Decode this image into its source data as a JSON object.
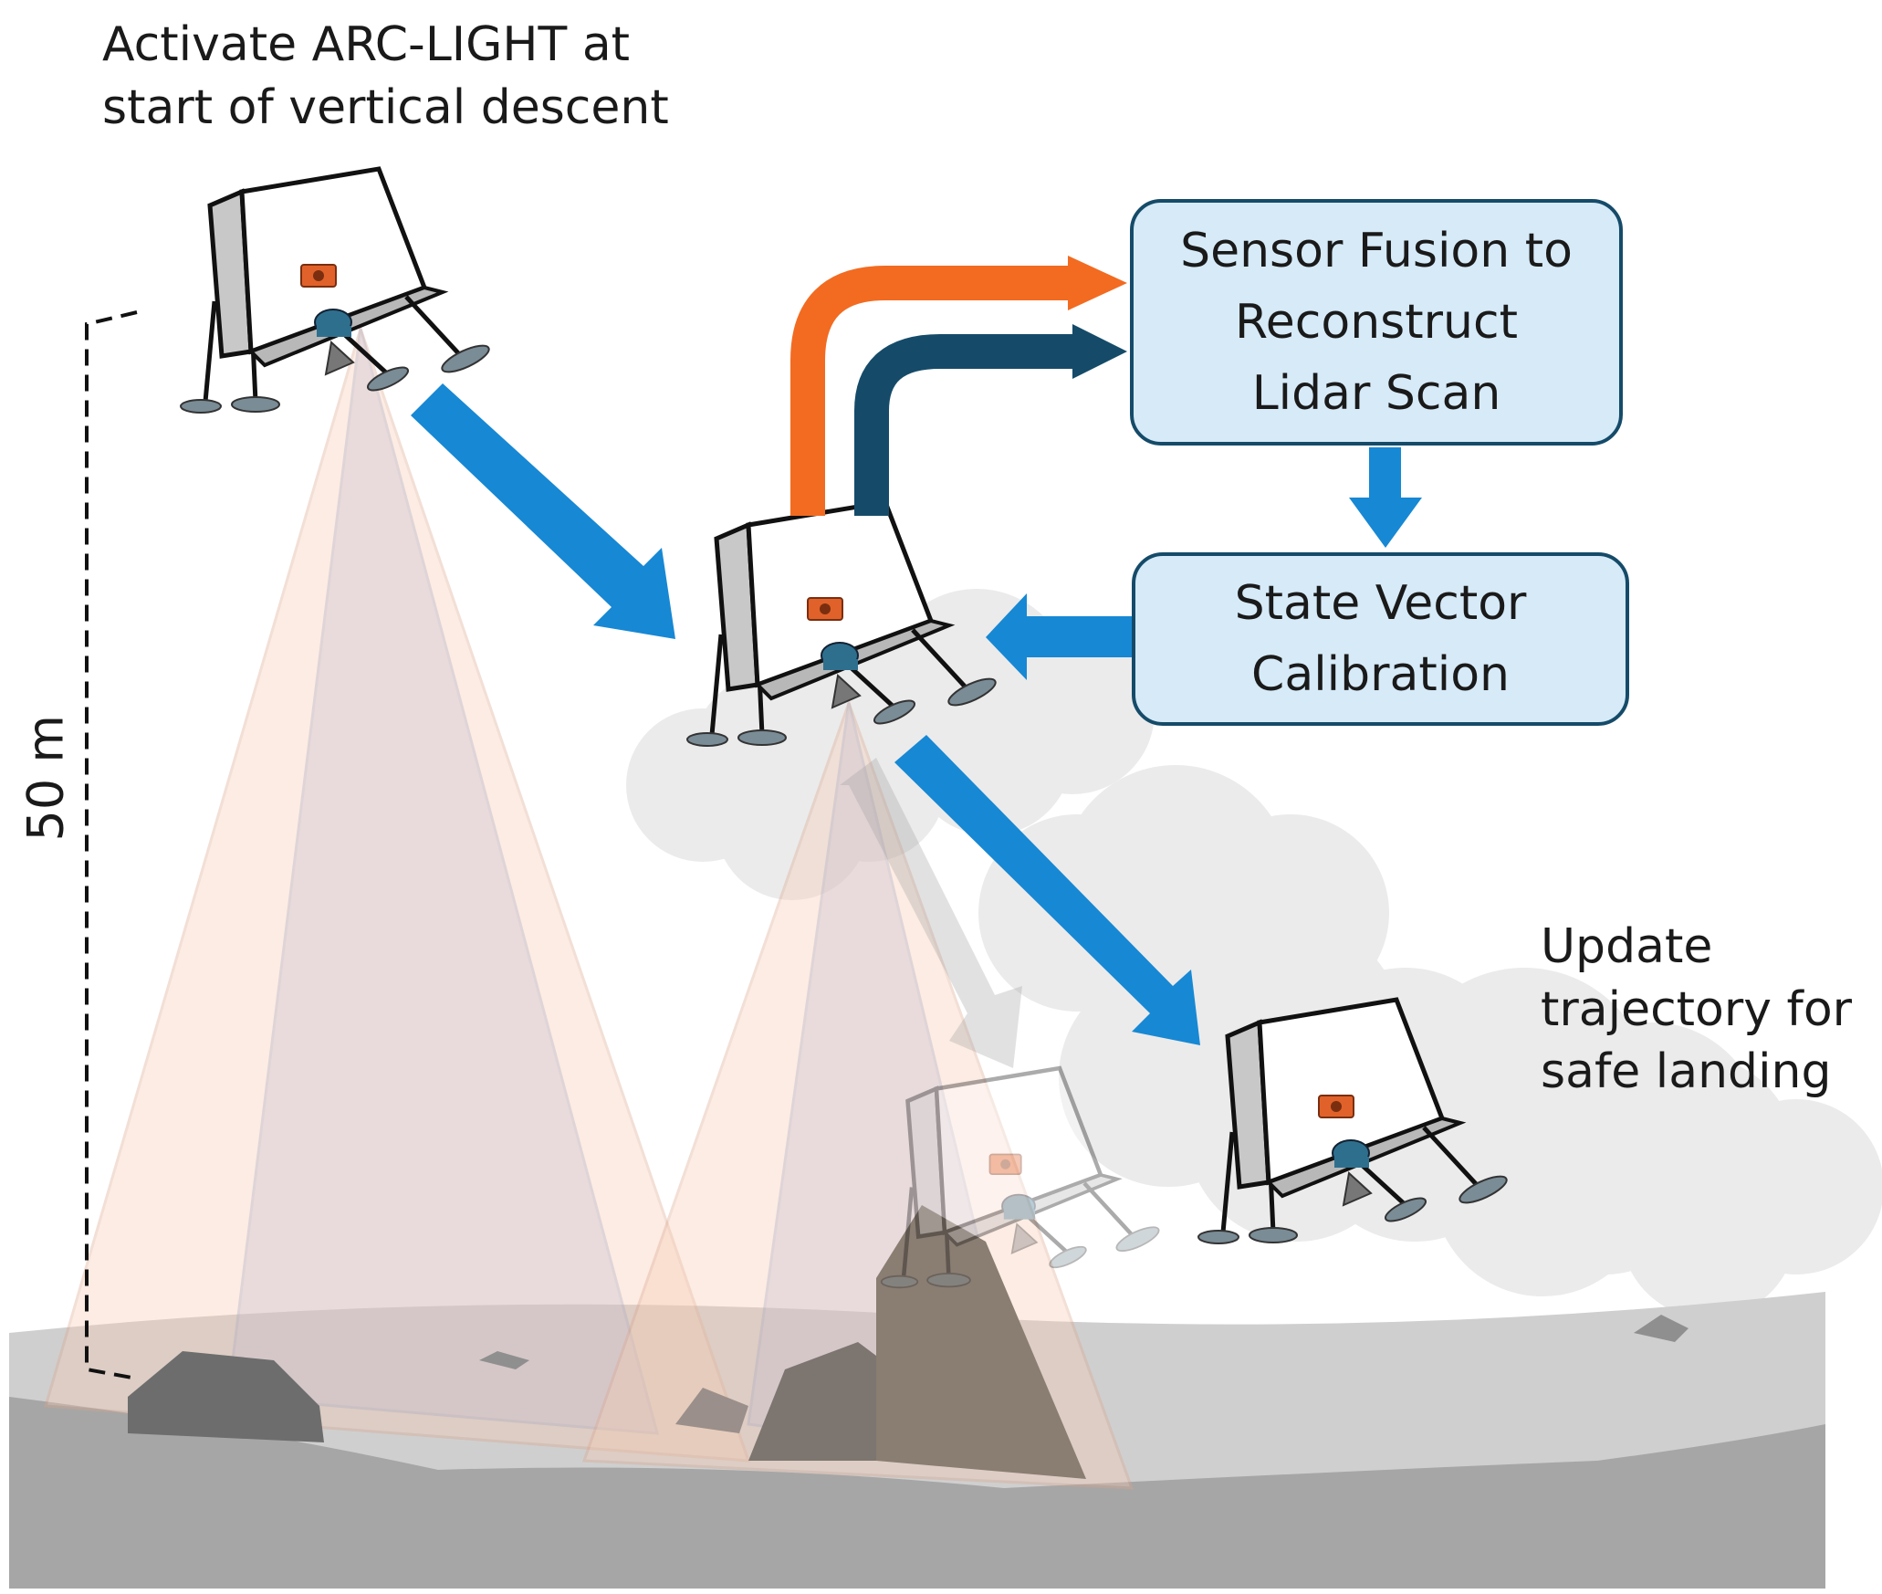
{
  "labels": {
    "activate": [
      "Activate ARC-LIGHT at",
      "start of vertical descent"
    ],
    "update": [
      "Update",
      "trajectory for",
      "safe landing"
    ],
    "scale": "50 m"
  },
  "boxes": {
    "sensor_fusion": [
      "Sensor Fusion to",
      "Reconstruct",
      "Lidar Scan"
    ],
    "state_vector": [
      "State Vector",
      "Calibration"
    ]
  },
  "colors": {
    "process_box_fill": "#d6eaf8",
    "process_box_border": "#154b69",
    "flow_arrow": "#1788d4",
    "camera_signal": "#f26b21",
    "lidar_signal": "#154b69",
    "beam": "#f6c9ae",
    "ground": "#a6a6a6",
    "dust": "#dcdcdc"
  },
  "icons": [
    "lander-icon",
    "camera-icon",
    "lidar-sensor-icon",
    "flow-arrow-icon",
    "rock-icon",
    "dust-cloud-icon"
  ]
}
